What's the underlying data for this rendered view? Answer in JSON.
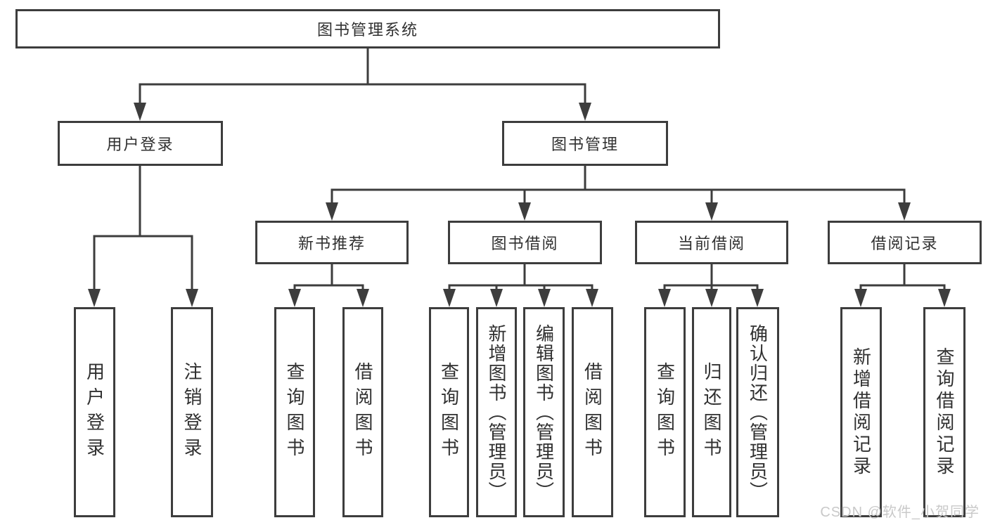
{
  "watermark": {
    "text": "CSDN @软件_小贺同学",
    "color": "#c9c9c9"
  },
  "diagram": {
    "type": "hierarchy-tree",
    "line_color": "#3d3d3d",
    "root": {
      "label": "图书管理系统"
    },
    "branches": [
      {
        "label": "用户登录",
        "children": [
          {
            "label": "用户登录"
          },
          {
            "label": "注销登录"
          }
        ]
      },
      {
        "label": "图书管理",
        "children": [
          {
            "label": "新书推荐",
            "children": [
              {
                "label": "查询图书"
              },
              {
                "label": "借阅图书"
              }
            ]
          },
          {
            "label": "图书借阅",
            "children": [
              {
                "label": "查询图书"
              },
              {
                "label": "新增图书（管理员）"
              },
              {
                "label": "编辑图书（管理员）"
              },
              {
                "label": "借阅图书"
              }
            ]
          },
          {
            "label": "当前借阅",
            "children": [
              {
                "label": "查询图书"
              },
              {
                "label": "归还图书"
              },
              {
                "label": "确认归还（管理员）"
              }
            ]
          },
          {
            "label": "借阅记录",
            "children": [
              {
                "label": "新增借阅记录"
              },
              {
                "label": "查询借阅记录"
              }
            ]
          }
        ]
      }
    ]
  }
}
